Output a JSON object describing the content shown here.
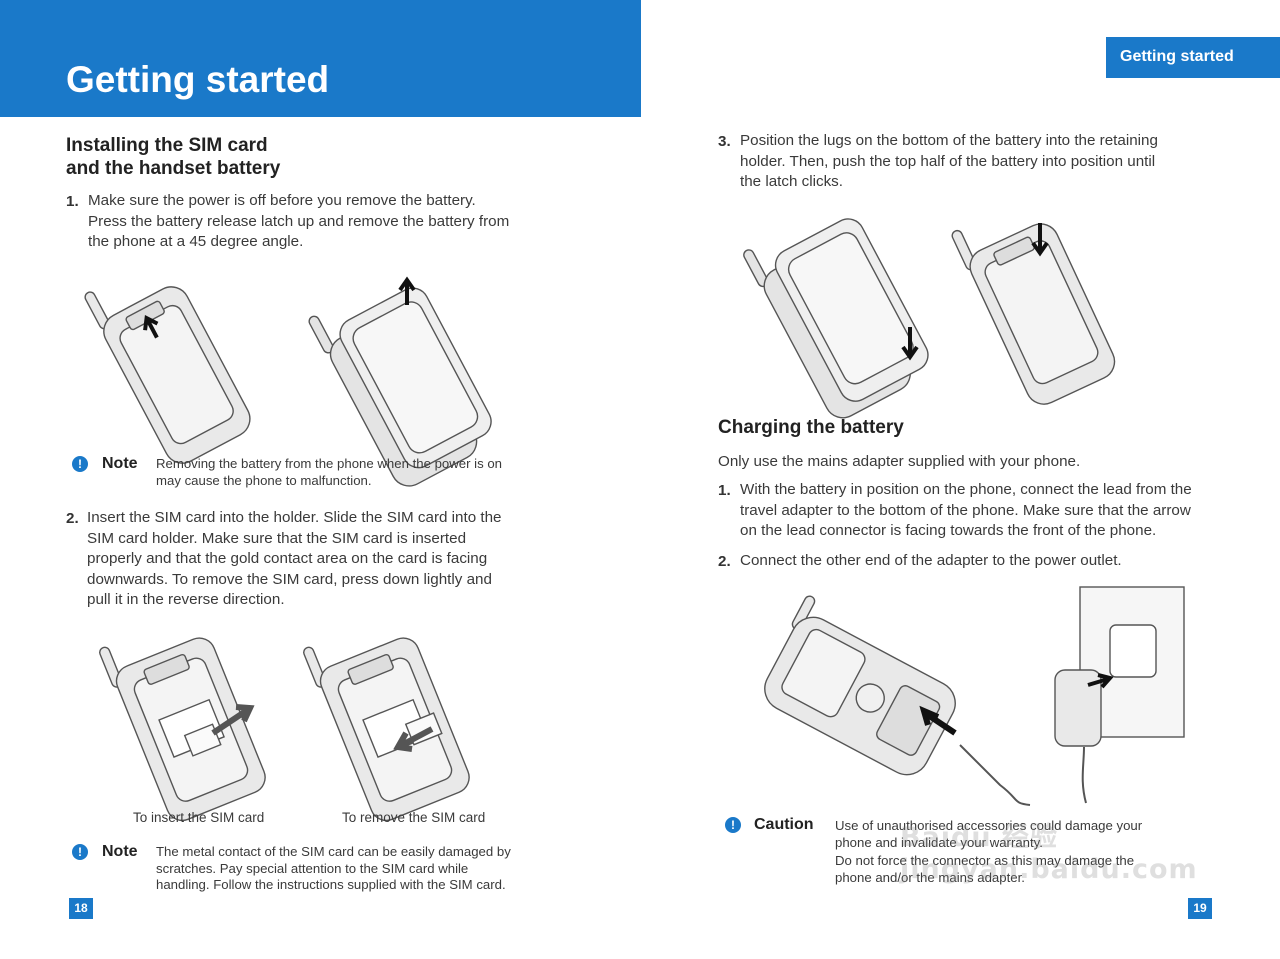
{
  "header": {
    "title": "Getting started",
    "tab_label": "Getting started"
  },
  "left": {
    "section_heading_line1": "Installing the SIM card",
    "section_heading_line2": "and the handset battery",
    "steps": [
      {
        "number": "1.",
        "lines": [
          "Make sure the power is off before you remove the battery.",
          "Press the battery release latch up and remove the battery from",
          "the phone at a 45 degree angle."
        ]
      },
      {
        "number": "2.",
        "lines": [
          "Insert the SIM card into the holder. Slide the SIM card into the",
          "SIM card holder. Make sure that the SIM card is inserted",
          "properly and that the gold contact area on the card is facing",
          "downwards. To remove the SIM card, press down lightly and",
          "pull it in the reverse direction."
        ]
      }
    ],
    "note1": {
      "label": "Note",
      "lines": [
        "Removing the battery from the phone when the power is on",
        "may cause the phone to malfunction."
      ]
    },
    "captions": {
      "insert": "To insert the SIM card",
      "remove": "To remove the SIM card"
    },
    "note2": {
      "label": "Note",
      "lines": [
        "The metal contact of the SIM card can be easily damaged by",
        "scratches. Pay special attention to the SIM card while",
        "handling. Follow the instructions supplied with the SIM card."
      ]
    },
    "page_number": "18"
  },
  "right": {
    "step3": {
      "number": "3.",
      "lines": [
        "Position the lugs on the bottom of the battery into the retaining",
        "holder. Then, push the top half of the battery into position until",
        "the latch clicks."
      ]
    },
    "charging_heading": "Charging the battery",
    "charging_intro": "Only use the mains adapter supplied with your phone.",
    "charging_steps": [
      {
        "number": "1.",
        "lines": [
          "With the battery in position on the phone, connect the lead from the",
          "travel adapter to the bottom of the phone. Make sure that the arrow",
          "on the lead connector is facing towards the front of the phone."
        ]
      },
      {
        "number": "2.",
        "lines": [
          "Connect the other end of the adapter to the power outlet."
        ]
      }
    ],
    "caution": {
      "label": "Caution",
      "lines": [
        "Use of unauthorised accessories could damage your",
        "phone and invalidate your warranty.",
        "Do not force the connector as this may damage the",
        "phone and/or the mains adapter."
      ]
    },
    "page_number": "19"
  },
  "watermark": "Baidu 经验 jingyan.baidu.com",
  "colors": {
    "accent": "#1a79c9"
  },
  "icons": {
    "note": "exclamation-circle-icon"
  }
}
